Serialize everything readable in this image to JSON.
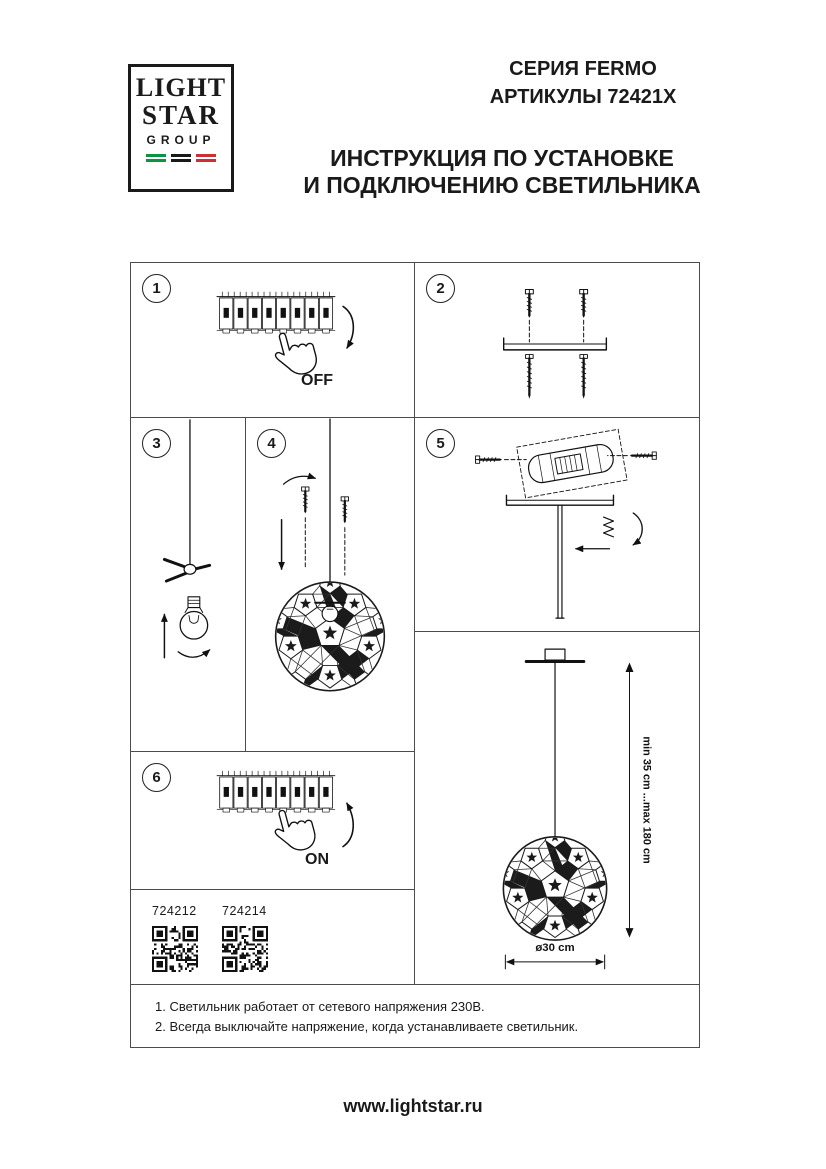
{
  "logo": {
    "line1": "LIGHT",
    "line2": "STAR",
    "line3": "GROUP",
    "flag_colors": [
      "#0b9444",
      "#1a1a1a",
      "#cf2e35"
    ]
  },
  "header": {
    "series": "СЕРИЯ FERMO",
    "articles": "АРТИКУЛЫ 72421X",
    "title_line1": "ИНСТРУКЦИЯ ПО УСТАНОВКЕ",
    "title_line2": "И ПОДКЛЮЧЕНИЮ СВЕТИЛЬНИКА"
  },
  "steps": [
    {
      "number": "1",
      "label": "OFF"
    },
    {
      "number": "2",
      "label": ""
    },
    {
      "number": "3",
      "label": ""
    },
    {
      "number": "4",
      "label": ""
    },
    {
      "number": "5",
      "label": ""
    },
    {
      "number": "6",
      "label": "ON"
    }
  ],
  "dimensions": {
    "height_range": "min 35 cm ...max 180 cm",
    "diameter": "ø30 cm"
  },
  "product_codes": [
    "724212",
    "724214"
  ],
  "notes": [
    "1. Светильник работает от сетевого напряжения 230В.",
    "2. Всегда выключайте напряжение, когда устанавливаете светильник."
  ],
  "footer": {
    "website": "www.lightstar.ru"
  }
}
